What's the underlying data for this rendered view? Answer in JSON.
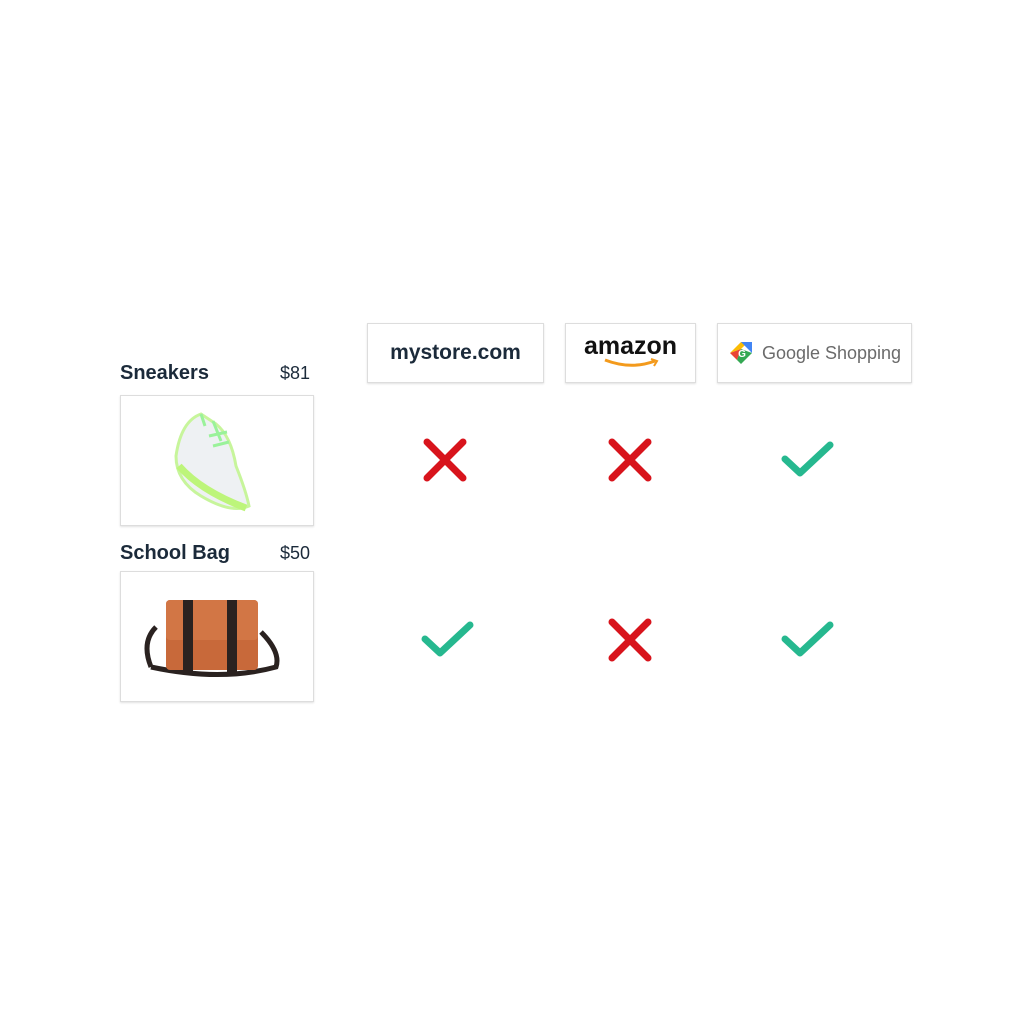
{
  "stores": [
    {
      "label": "mystore.com",
      "icon": "mystore-logo"
    },
    {
      "label": "amazon",
      "icon": "amazon-logo"
    },
    {
      "label": "Google Shopping",
      "icon": "google-shopping-logo"
    }
  ],
  "products": [
    {
      "name": "Sneakers",
      "price": "$81",
      "image": "sneaker-image",
      "availability": [
        false,
        false,
        true
      ]
    },
    {
      "name": "School Bag",
      "price": "$50",
      "image": "school-bag-image",
      "availability": [
        true,
        false,
        true
      ]
    }
  ],
  "colors": {
    "check": "#26b88f",
    "cross": "#d8141c",
    "text": "#1b2a3a"
  }
}
